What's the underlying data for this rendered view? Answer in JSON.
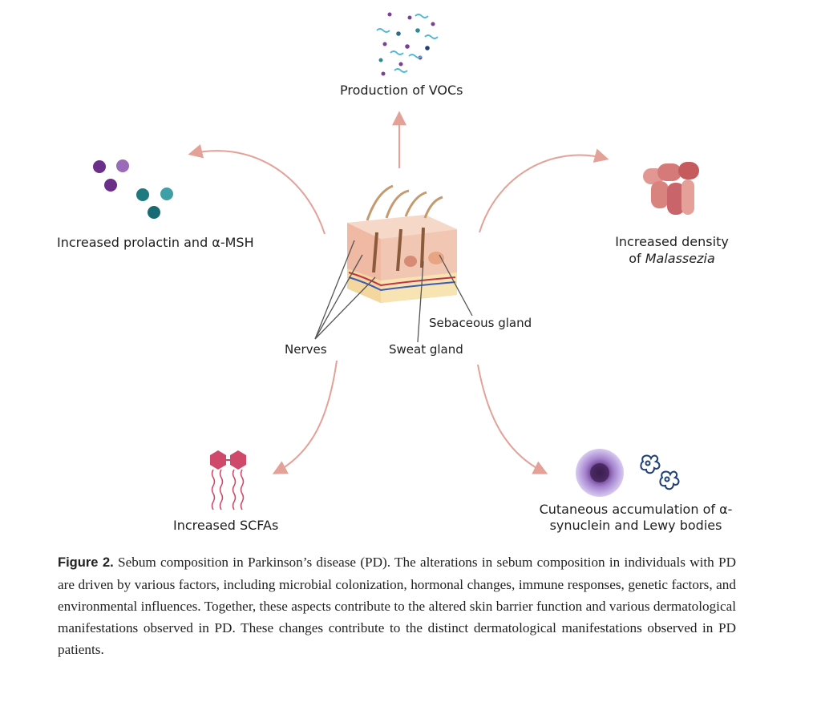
{
  "labels": {
    "vocs": "Production of VOCs",
    "prolactin": "Increased prolactin and α-MSH",
    "malassezia_line1": "Increased density",
    "malassezia_line2_prefix": "of ",
    "malassezia_line2_italic": "Malassezia",
    "nerves": "Nerves",
    "sweat_gland": "Sweat gland",
    "sebaceous_gland": "Sebaceous gland",
    "scfas": "Increased SCFAs",
    "synuclein_line1": "Cutaneous accumulation of α-",
    "synuclein_line2": "synuclein and Lewy bodies"
  },
  "caption": {
    "label": "Figure 2.",
    "text": "Sebum composition in Parkinson’s disease (PD). The alterations in sebum composition in individuals with PD are driven by various factors, including microbial colonization, hormonal changes, immune responses, genetic factors, and environmental influences. Together, these aspects contribute to the altered skin barrier function and various dermatological manifestations observed in PD. These changes contribute to the distinct dermatological manifestations observed in PD patients."
  },
  "colors": {
    "arrow": "#e3a198",
    "purple": "#7b3f98",
    "teal": "#2f8a92",
    "malassezia": "#d57a78",
    "scfa": "#cf4a6a",
    "synuclein": "#1f3f78"
  },
  "icons": {
    "voc": "voc-molecules-icon",
    "hormone": "hormone-spheres-icon",
    "fungus": "malassezia-yeast-icon",
    "skin": "skin-cross-section-icon",
    "lipid": "fatty-acid-icon",
    "neuron": "lewy-body-icon",
    "protein": "synuclein-aggregate-icon"
  }
}
